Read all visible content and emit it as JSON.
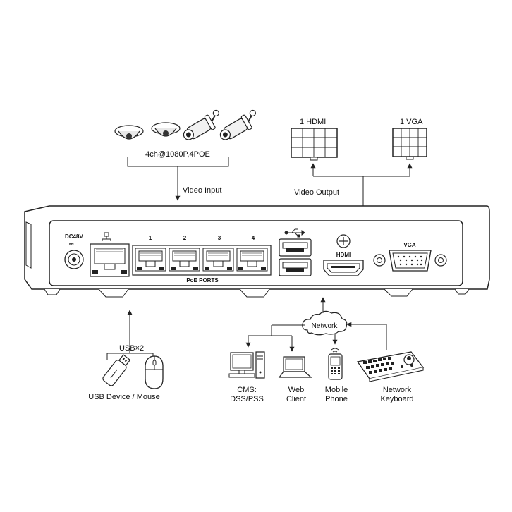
{
  "inputs": {
    "camera_spec": "4ch@1080P,4POE",
    "video_input_label": "Video Input"
  },
  "outputs": {
    "hdmi_label": "1 HDMI",
    "vga_label": "1 VGA",
    "video_output_label": "Video Output"
  },
  "rear_panel": {
    "dc_label": "DC48V",
    "port_numbers": [
      "1",
      "2",
      "3",
      "4"
    ],
    "poe_ports_label": "PoE PORTS",
    "hdmi_port_label": "HDMI",
    "vga_port_label": "VGA"
  },
  "usb": {
    "usb_count_label": "USB×2",
    "device_label": "USB Device / Mouse"
  },
  "network": {
    "cloud_label": "Network",
    "clients": [
      {
        "line1": "CMS:",
        "line2": "DSS/PSS"
      },
      {
        "line1": "Web",
        "line2": "Client"
      },
      {
        "line1": "Mobile",
        "line2": "Phone"
      },
      {
        "line1": "Network",
        "line2": "Keyboard"
      }
    ]
  }
}
